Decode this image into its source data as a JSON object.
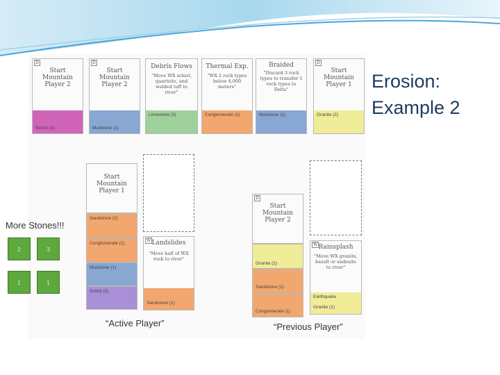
{
  "slide": {
    "title_line1": "Erosion:",
    "title_line2": "Example 2"
  },
  "top_row": [
    {
      "num": "D",
      "title": "Start Mountain Player 2",
      "desc": "",
      "band": "Schist (2)",
      "color": "pink"
    },
    {
      "num": "D",
      "title": "Start Mountain Player 2",
      "desc": "",
      "band": "Mudstone (1)",
      "color": "blue"
    },
    {
      "num": "",
      "title": "Debris Flows",
      "desc": "\"Move WX schist, quartzite, and welded tuff to river\"",
      "band": "Limestone (3)",
      "color": "green"
    },
    {
      "num": "",
      "title": "Thermal Exp.",
      "desc": "\"WX 2 rock types below 4,000 meters\"",
      "band": "Conglomerate (1)",
      "color": "orange"
    },
    {
      "num": "",
      "title": "Braided",
      "desc": "\"Discard 3 rock types to transfer 1 rock types to Delta\"",
      "band": "Mudstone (1)",
      "color": "blue"
    },
    {
      "num": "D",
      "title": "Start Mountain Player 1",
      "desc": "",
      "band": "Granite (2)",
      "color": "yellow"
    }
  ],
  "active": {
    "start": {
      "title": "Start Mountain Player 1"
    },
    "bands": [
      {
        "label": "Sandstone (2)",
        "color": "orange"
      },
      {
        "label": "Conglomerate (1)",
        "color": "orange"
      },
      {
        "label": "Mudstone (1)",
        "color": "blue"
      },
      {
        "label": "Schist (2)",
        "color": "purple"
      }
    ],
    "landslide": {
      "num": "W",
      "title": "Landslides",
      "desc": "\"Move half of WX rock to river\"",
      "band": "Sandstone (1)"
    },
    "caption": "“Active Player”"
  },
  "previous": {
    "start": {
      "num": "D",
      "title": "Start Mountain Player 2"
    },
    "bands": [
      {
        "label": "Granite (2)",
        "color": "yellow"
      },
      {
        "label": "Sandstone (1)",
        "color": "orange"
      },
      {
        "label": "Conglomerate (1)",
        "color": "orange"
      }
    ],
    "rainsplash": {
      "num": "W",
      "title": "Rainsplash",
      "desc": "\"Move WX granite, basalt or andesite to river\"",
      "band1": "Earthquake",
      "band2": "Granite (1)"
    },
    "caption": "“Previous Player”"
  },
  "stones": {
    "label": "More Stones!!!",
    "values": [
      "2",
      "3",
      "1",
      "1"
    ]
  }
}
